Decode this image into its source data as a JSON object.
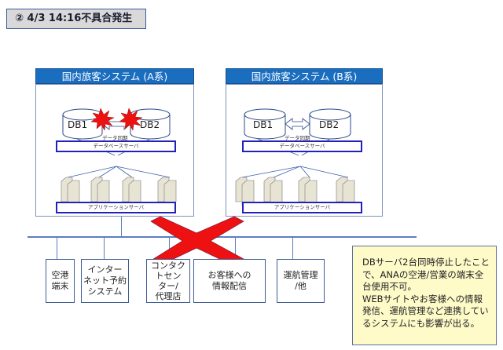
{
  "title": "② 4/3  14:16不具合発生",
  "systems": [
    {
      "header": "国内旅客システム (A系)",
      "db1": "DB1",
      "db2": "DB2",
      "sync_label": "データ同期",
      "db_server_label": "データベースサーバ",
      "app_server_label": "アプリケーションサーバ",
      "status": "failed"
    },
    {
      "header": "国内旅客システム (B系)",
      "db1": "DB1",
      "db2": "DB2",
      "sync_label": "データ同期",
      "db_server_label": "データベースサーバ",
      "app_server_label": "アプリケーションサーバ",
      "status": "failed"
    }
  ],
  "clients": [
    {
      "label": "空港\n端末"
    },
    {
      "label": "インター\nネット予約\nシステム"
    },
    {
      "label": "コンタク\nトセン\nター/\n代理店"
    },
    {
      "label": "お客様への\n情報配信"
    },
    {
      "label": "運航管理\n/他"
    }
  ],
  "note": "DBサーバ2台同時停止したことで、ANAの空港/営業の端末全台使用不可。\nWEBサイトやお客様への情報発信、運航管理など連携しているシステムにも影響が出る。",
  "colors": {
    "header_blue": "#1a6ec0",
    "failure_red": "#ee1111",
    "note_bg": "#fefbc9",
    "line_blue": "#5b7ec0"
  }
}
